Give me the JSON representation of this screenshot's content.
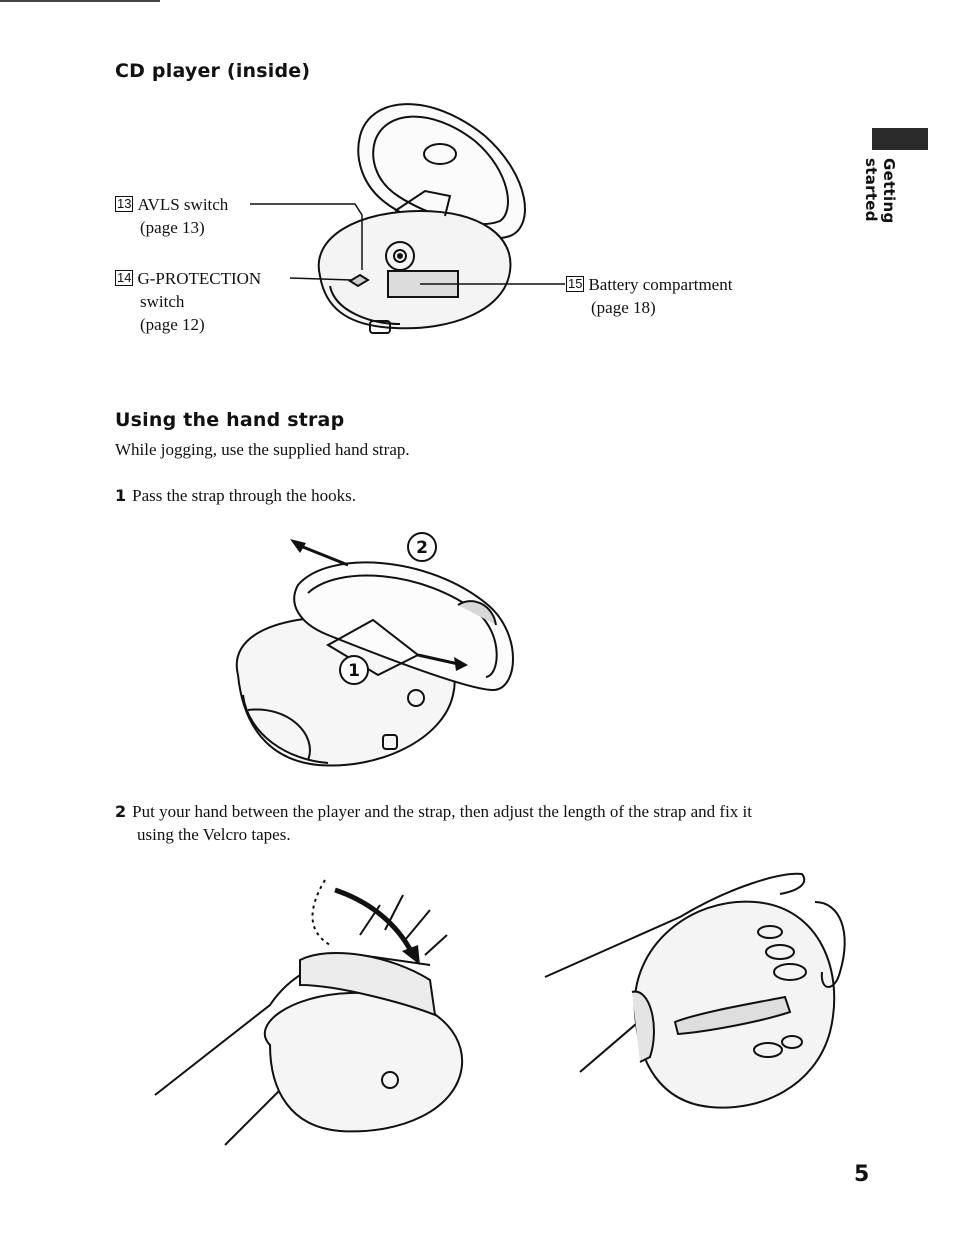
{
  "section_player_inside": {
    "heading": "CD player (inside)",
    "callouts": [
      {
        "num": "13",
        "label": "AVLS switch",
        "ref": "(page 13)"
      },
      {
        "num": "14",
        "label": "G-PROTECTION",
        "label2": "switch",
        "ref": "(page 12)"
      },
      {
        "num": "15",
        "label": "Battery compartment",
        "ref": "(page 18)"
      }
    ]
  },
  "section_hand_strap": {
    "heading": "Using the hand strap",
    "intro": "While jogging, use the supplied hand strap.",
    "steps": [
      {
        "num": "1",
        "text": "Pass the strap through the hooks."
      },
      {
        "num": "2",
        "text_line1": "Put your hand between the player and the strap, then adjust the length of the strap and fix it",
        "text_line2": "using the Velcro tapes."
      }
    ],
    "figure_markers": [
      "2",
      "1"
    ]
  },
  "side_tab": {
    "label": "Getting started"
  },
  "page_number": "5"
}
